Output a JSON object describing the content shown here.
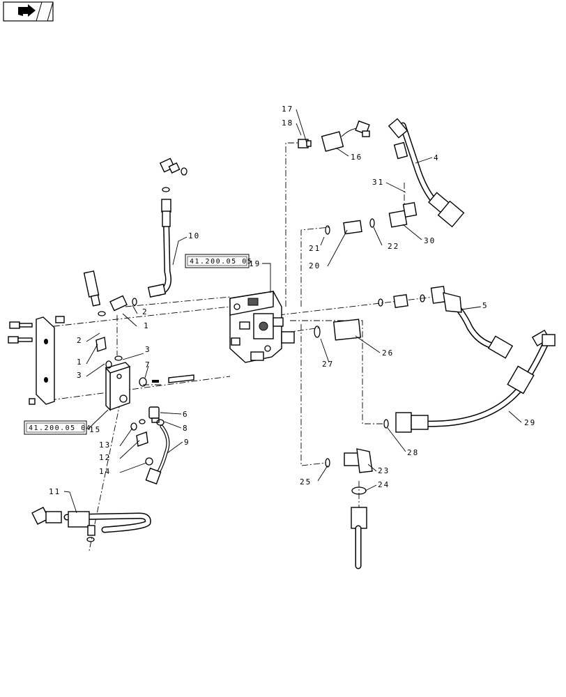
{
  "nav": {
    "icon": "previous-page-arrow-icon"
  },
  "references": [
    {
      "id": "ref-valve",
      "text": "41.200.05 05"
    },
    {
      "id": "ref-manifold",
      "text": "41.200.05 04"
    }
  ],
  "callouts": {
    "c1a": "1",
    "c1b": "1",
    "c2a": "2",
    "c2b": "2",
    "c3a": "3",
    "c3b": "3",
    "c4": "4",
    "c5": "5",
    "c6": "6",
    "c7": "7",
    "c8": "8",
    "c9": "9",
    "c10": "10",
    "c11": "11",
    "c12": "12",
    "c13": "13",
    "c14": "14",
    "c15": "15",
    "c16": "16",
    "c17": "17",
    "c18": "18",
    "c19": "19",
    "c20": "20",
    "c21": "21",
    "c22": "22",
    "c23": "23",
    "c24": "24",
    "c25": "25",
    "c26": "26",
    "c27": "27",
    "c28": "28",
    "c29": "29",
    "c30": "30",
    "c31": "31"
  }
}
